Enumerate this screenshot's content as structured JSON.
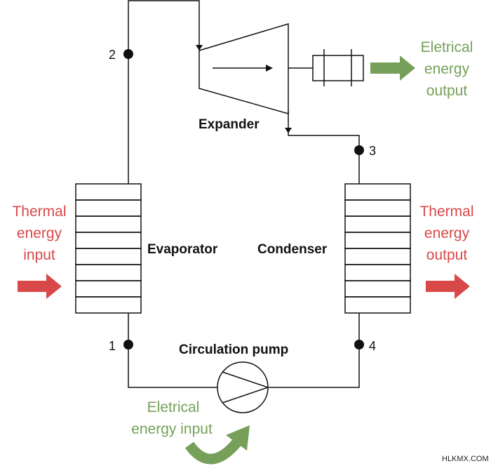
{
  "components": {
    "expander": "Expander",
    "evaporator": "Evaporator",
    "condenser": "Condenser",
    "pump": "Circulation pump"
  },
  "points": {
    "p1": "1",
    "p2": "2",
    "p3": "3",
    "p4": "4"
  },
  "thermal_input": [
    "Thermal",
    "energy",
    "input"
  ],
  "thermal_output": [
    "Thermal",
    "energy",
    "output"
  ],
  "electrical_output": [
    "Eletrical",
    "energy",
    "output"
  ],
  "electrical_input": [
    "Eletrical",
    "energy input"
  ],
  "watermark": "HLKMX.COM",
  "colors": {
    "thermal": "#d94848",
    "electrical": "#76a05a",
    "line": "#111111"
  }
}
